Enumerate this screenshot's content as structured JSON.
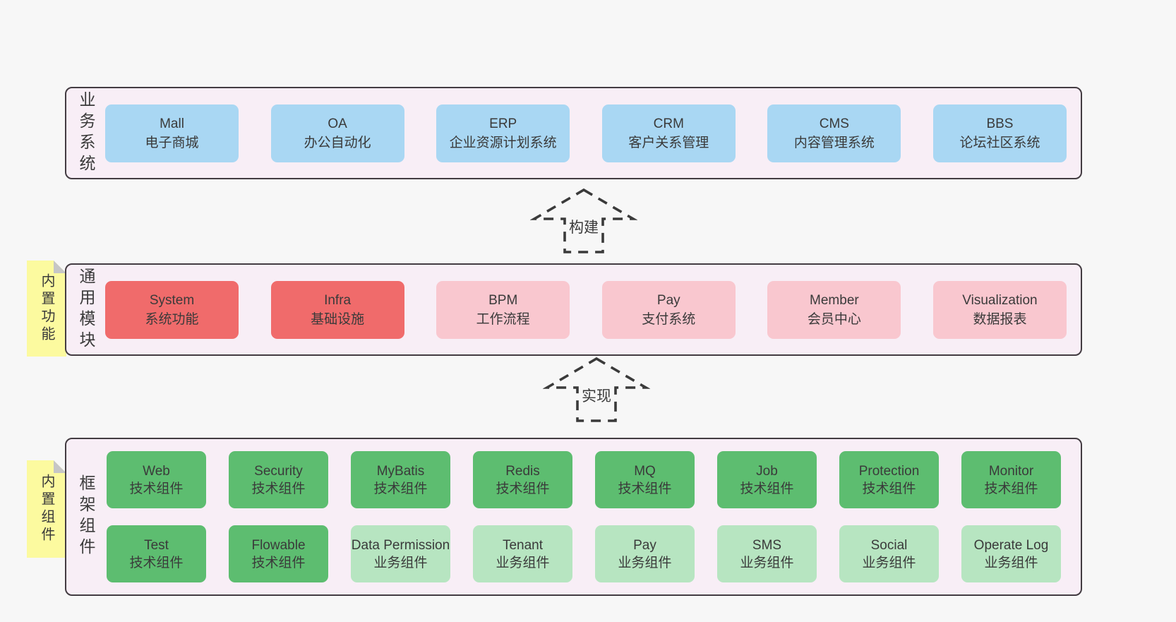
{
  "arrows": {
    "build": "构建",
    "implement": "实现"
  },
  "bands": [
    {
      "label": "业务系统",
      "boxes": [
        {
          "en": "Mall",
          "zh": "电子商城"
        },
        {
          "en": "OA",
          "zh": "办公自动化"
        },
        {
          "en": "ERP",
          "zh": "企业资源计划系统"
        },
        {
          "en": "CRM",
          "zh": "客户关系管理"
        },
        {
          "en": "CMS",
          "zh": "内容管理系统"
        },
        {
          "en": "BBS",
          "zh": "论坛社区系统"
        }
      ]
    },
    {
      "label": "通用模块",
      "note": "内置功能",
      "boxes": [
        {
          "en": "System",
          "zh": "系统功能",
          "variant": "red"
        },
        {
          "en": "Infra",
          "zh": "基础设施",
          "variant": "red"
        },
        {
          "en": "BPM",
          "zh": "工作流程",
          "variant": "pink"
        },
        {
          "en": "Pay",
          "zh": "支付系统",
          "variant": "pink"
        },
        {
          "en": "Member",
          "zh": "会员中心",
          "variant": "pink"
        },
        {
          "en": "Visualization",
          "zh": "数据报表",
          "variant": "pink"
        }
      ]
    },
    {
      "label": "框架组件",
      "note": "内置组件",
      "rows": [
        [
          {
            "en": "Web",
            "zh": "技术组件",
            "variant": "green"
          },
          {
            "en": "Security",
            "zh": "技术组件",
            "variant": "green"
          },
          {
            "en": "MyBatis",
            "zh": "技术组件",
            "variant": "green"
          },
          {
            "en": "Redis",
            "zh": "技术组件",
            "variant": "green"
          },
          {
            "en": "MQ",
            "zh": "技术组件",
            "variant": "green"
          },
          {
            "en": "Job",
            "zh": "技术组件",
            "variant": "green"
          },
          {
            "en": "Protection",
            "zh": "技术组件",
            "variant": "green"
          },
          {
            "en": "Monitor",
            "zh": "技术组件",
            "variant": "green"
          }
        ],
        [
          {
            "en": "Test",
            "zh": "技术组件",
            "variant": "green"
          },
          {
            "en": "Flowable",
            "zh": "技术组件",
            "variant": "green"
          },
          {
            "en": "Data Permission",
            "zh": "业务组件",
            "variant": "lightgreen"
          },
          {
            "en": "Tenant",
            "zh": "业务组件",
            "variant": "lightgreen"
          },
          {
            "en": "Pay",
            "zh": "业务组件",
            "variant": "lightgreen"
          },
          {
            "en": "SMS",
            "zh": "业务组件",
            "variant": "lightgreen"
          },
          {
            "en": "Social",
            "zh": "业务组件",
            "variant": "lightgreen"
          },
          {
            "en": "Operate Log",
            "zh": "业务组件",
            "variant": "lightgreen"
          }
        ]
      ]
    }
  ],
  "colors": {
    "page_bg": "#f7f7f7",
    "band_bg": "#f8eef6",
    "band_border": "#433c42",
    "business_box": "#a9d7f3",
    "core_module_box": "#f06b6b",
    "optional_module_box": "#f9c7cf",
    "tech_component_box": "#5dbd70",
    "biz_component_box": "#b7e5c1",
    "note_bg": "#fcfa9f",
    "note_fold": "#c6c6c6",
    "text": "#3a3a3a"
  }
}
